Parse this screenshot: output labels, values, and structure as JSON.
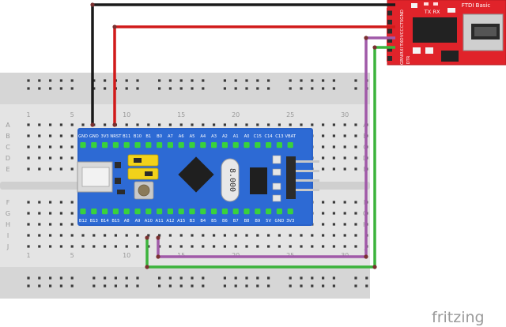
{
  "breadboard": {
    "row_labels": [
      "A",
      "B",
      "C",
      "D",
      "E",
      "F",
      "G",
      "H",
      "I",
      "J"
    ],
    "column_labels": [
      "1",
      "5",
      "10",
      "15",
      "20",
      "25",
      "30"
    ]
  },
  "stm32": {
    "top_pins": [
      "GND",
      "GND",
      "3V3",
      "NRST",
      "B11",
      "B10",
      "B1",
      "B0",
      "A7",
      "A6",
      "A5",
      "A4",
      "A3",
      "A2",
      "A1",
      "A0",
      "C15",
      "C14",
      "C13",
      "VBAT"
    ],
    "bottom_pins": [
      "B12",
      "B13",
      "B14",
      "B15",
      "A8",
      "A9",
      "A10",
      "A11",
      "A12",
      "A15",
      "B3",
      "B4",
      "B5",
      "B6",
      "B7",
      "B8",
      "B9",
      "5V",
      "GND",
      "3V3"
    ],
    "crystal_label": "8.000"
  },
  "ftdi": {
    "title": "FTDI Basic",
    "led_labels": [
      "TX",
      "RX"
    ],
    "header_pins": [
      "GRN",
      "RXI",
      "TXO",
      "VCC",
      "CTS",
      "GND"
    ],
    "dtr_label": "DTR"
  },
  "wires": [
    {
      "name": "gnd-wire",
      "color": "#1a1a1a",
      "from": "GND",
      "to": "GND"
    },
    {
      "name": "power-wire",
      "color": "#d11a1a",
      "from": "3V3",
      "to": "VCC"
    },
    {
      "name": "rx-wire",
      "color": "#a05aa8",
      "from": "A10",
      "to": "TXO"
    },
    {
      "name": "tx-wire",
      "color": "#3cb33c",
      "from": "A9",
      "to": "RXI"
    }
  ],
  "brand": "fritzing"
}
